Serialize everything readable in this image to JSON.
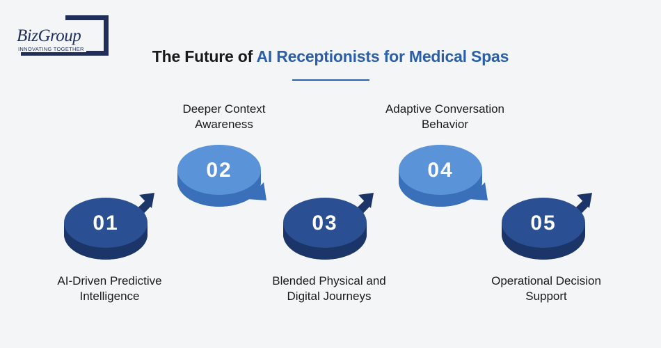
{
  "logo": {
    "name": "BizGroup",
    "tagline": "INNOVATING TOGETHER"
  },
  "title": {
    "prefix": "The Future of ",
    "highlight": "AI Receptionists for Medical Spas"
  },
  "steps": [
    {
      "number": "01",
      "line1": "AI-Driven Predictive",
      "line2": "Intelligence",
      "shade": "dark"
    },
    {
      "number": "02",
      "line1": "Deeper Context",
      "line2": "Awareness",
      "shade": "light"
    },
    {
      "number": "03",
      "line1": "Blended Physical and",
      "line2": "Digital Journeys",
      "shade": "dark"
    },
    {
      "number": "04",
      "line1": "Adaptive Conversation",
      "line2": "Behavior",
      "shade": "light"
    },
    {
      "number": "05",
      "line1": "Operational Decision",
      "line2": "Support",
      "shade": "dark"
    }
  ],
  "colors": {
    "dark_top": "#2a4f93",
    "dark_side": "#1b3568",
    "light_top": "#5b93d9",
    "light_side": "#3a6fba",
    "accent": "#2b5fa8"
  }
}
